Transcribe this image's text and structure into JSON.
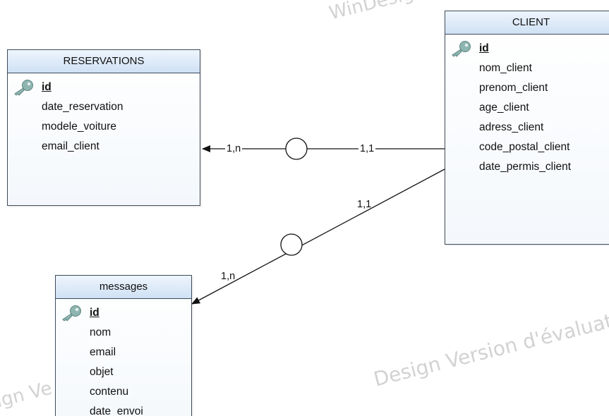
{
  "watermarks": [
    "WinDesign",
    "ign Ve",
    "Design Version d'évaluat"
  ],
  "entities": {
    "client": {
      "title": "CLIENT",
      "pk": "id",
      "attributes": [
        "nom_client",
        "prenom_client",
        "age_client",
        "adress_client",
        "code_postal_client",
        "date_permis_client"
      ]
    },
    "reservations": {
      "title": "RESERVATIONS",
      "pk": "id",
      "attributes": [
        "date_reservation",
        "modele_voiture",
        "email_client"
      ]
    },
    "messages": {
      "title": "messages",
      "pk": "id",
      "attributes": [
        "nom",
        "email",
        "objet",
        "contenu",
        "date_envoi"
      ]
    }
  },
  "relations": {
    "client_reservations": {
      "card_client": "1,1",
      "card_reservations": "1,n"
    },
    "client_messages": {
      "card_client": "1,1",
      "card_messages": "1,n"
    }
  },
  "colors": {
    "header_fill": "#d6e6f6",
    "border": "#3f4a5a",
    "key_icon": "#8fb5b0"
  }
}
